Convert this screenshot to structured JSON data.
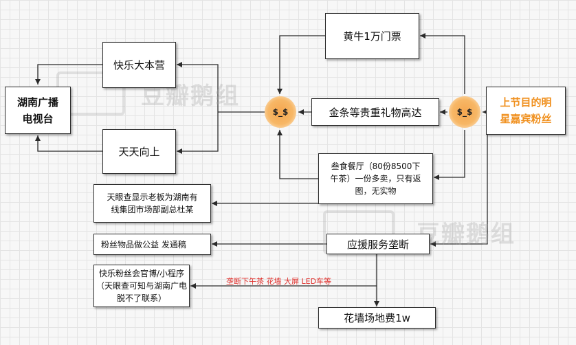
{
  "nodes": {
    "hunan_tv": "湖南广播\n电视台",
    "happy_camp": "快乐大本营",
    "day_day_up": "天天向上",
    "coin_left": "$_$",
    "coin_right": "$_$",
    "scalper_ticket": "黄牛1万门票",
    "gold_gifts": "金条等贵重礼物高达",
    "celebrity_fans": "上节目的明\n星嘉宾粉丝",
    "restaurant": "叁食餐厅（80份8500下\n午茶）一份多卖，只有返\n图，无实物",
    "tianyancha_boss": "天眼查显示老板为湖南有\n线集团市场部副总杜某",
    "charity": "粉丝物品做公益 发通稿",
    "support_monopoly": "应援服务垄断",
    "fan_club": "快乐粉丝会官博/小程序\n（天眼查可知与湖南广电\n脱不了联系）",
    "flower_wall_fee": "花墙场地费1w"
  },
  "edge_labels": {
    "monopoly_items": "垄断下午茶 花墙 大屏 LED车等"
  },
  "watermark": "豆瓣鹅组",
  "colors": {
    "highlight_text": "#f0901e",
    "coin": "#f7b766",
    "red_label": "#e0302c"
  }
}
